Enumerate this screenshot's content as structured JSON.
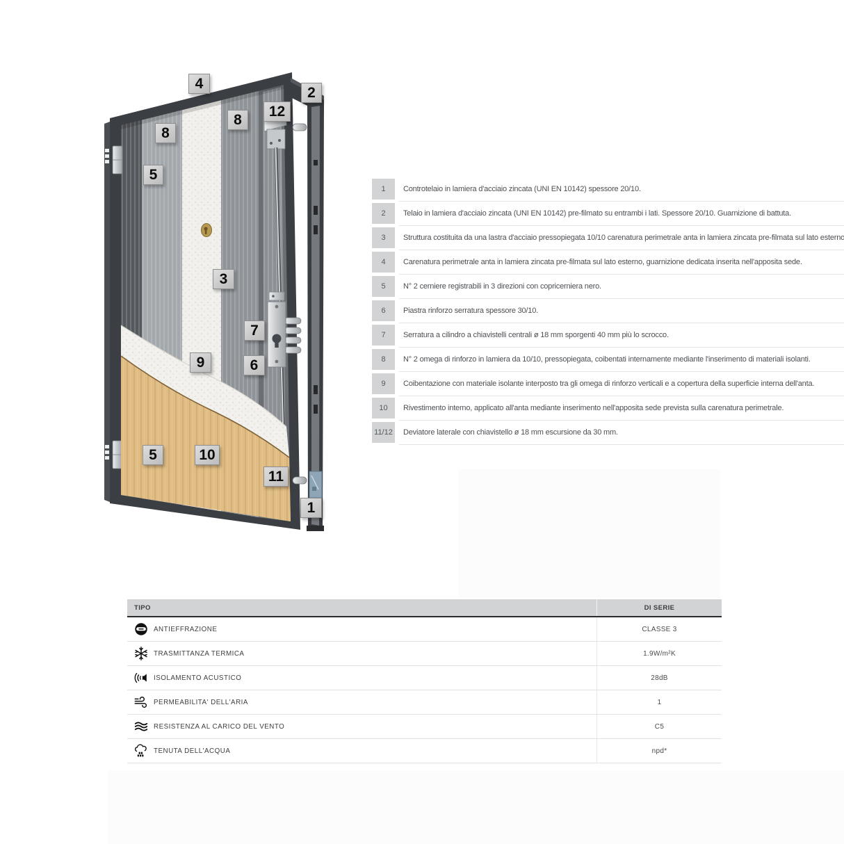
{
  "diagram": {
    "badges": [
      {
        "label": "4"
      },
      {
        "label": "2"
      },
      {
        "label": "12"
      },
      {
        "label": "8"
      },
      {
        "label": "8"
      },
      {
        "label": "5"
      },
      {
        "label": "3"
      },
      {
        "label": "7"
      },
      {
        "label": "6"
      },
      {
        "label": "9"
      },
      {
        "label": "5"
      },
      {
        "label": "10"
      },
      {
        "label": "11"
      },
      {
        "label": "1"
      }
    ],
    "colors": {
      "frame_dark": "#3b3e43",
      "steel": "#9aa0a4",
      "foam_white": "#f1f0ec",
      "wood": "#e0bd85",
      "badge_gray": "#c9c9c9"
    }
  },
  "components_table": {
    "rows": [
      {
        "num": "1",
        "text": "Controtelaio in lamiera d'acciaio zincata (UNI EN 10142) spessore 20/10."
      },
      {
        "num": "2",
        "text": "Telaio in lamiera d'acciaio zincata (UNI EN 10142) pre-filmato su entrambi i lati. Spessore 20/10. Guarnizione di battuta."
      },
      {
        "num": "3",
        "text": "Struttura costituita da una lastra d'acciaio pressopiegata 10/10 carenatura perimetrale anta in lamiera zincata pre-filmata sul lato esterno."
      },
      {
        "num": "4",
        "text": "Carenatura perimetrale anta in lamiera zincata pre-filmata sul lato esterno, guarnizione dedicata inserita nell'apposita sede."
      },
      {
        "num": "5",
        "text": "N° 2 cerniere registrabili in 3 direzioni con copricerniera nero."
      },
      {
        "num": "6",
        "text": "Piastra rinforzo serratura spessore 30/10."
      },
      {
        "num": "7",
        "text": "Serratura a cilindro a chiavistelli centrali ø 18 mm sporgenti 40 mm più lo scrocco."
      },
      {
        "num": "8",
        "text": "N° 2 omega di rinforzo in lamiera da 10/10, pressopiegata, coibentati internamente mediante l'inserimento di materiali isolanti."
      },
      {
        "num": "9",
        "text": "Coibentazione con materiale isolante interposto tra gli omega di rinforzo verticali e a copertura della superficie interna dell'anta."
      },
      {
        "num": "10",
        "text": "Rivestimento interno, applicato all'anta mediante inserimento nell'apposita sede prevista sulla carenatura perimetrale."
      },
      {
        "num": "11/12",
        "text": "Deviatore laterale con chiavistello ø 18 mm escursione da 30 mm."
      }
    ]
  },
  "specs_table": {
    "header": {
      "tipo": "TIPO",
      "di_serie": "DI SERIE"
    },
    "rows": [
      {
        "icon": "burglar-icon",
        "label": "ANTIEFFRAZIONE",
        "value": "CLASSE 3"
      },
      {
        "icon": "snowflake-icon",
        "label": "TRASMITTANZA TERMICA",
        "value": "1.9W/m²K"
      },
      {
        "icon": "speaker-icon",
        "label": "ISOLAMENTO ACUSTICO",
        "value": "28dB"
      },
      {
        "icon": "wind-swirl-icon",
        "label": "PERMEABILITA' DELL'ARIA",
        "value": "1"
      },
      {
        "icon": "wind-waves-icon",
        "label": "RESISTENZA AL CARICO DEL VENTO",
        "value": "C5"
      },
      {
        "icon": "rain-cloud-icon",
        "label": "TENUTA DELL'ACQUA",
        "value": "npd*"
      }
    ]
  }
}
